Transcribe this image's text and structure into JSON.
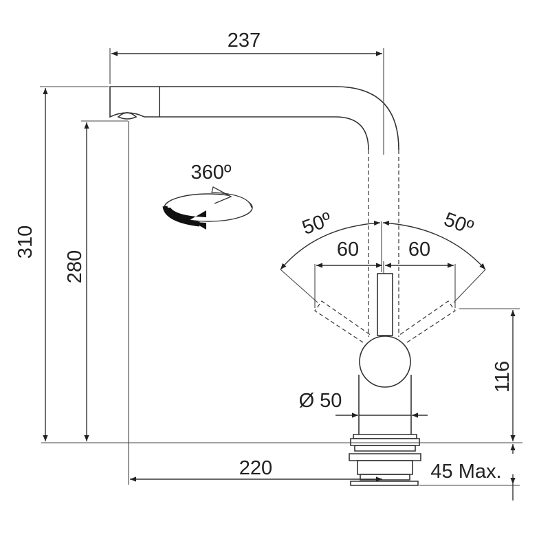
{
  "dimensions": {
    "spout_reach": "237",
    "total_height": "310",
    "spout_height": "280",
    "base_reach": "220",
    "lever_height": "116",
    "base_diameter": "Ø 50",
    "lever_angle_left": "50º",
    "lever_angle_right": "50º",
    "lever_reach_left": "60",
    "lever_reach_right": "60",
    "rotation": "360º",
    "worktop_thickness": "45 Max."
  }
}
